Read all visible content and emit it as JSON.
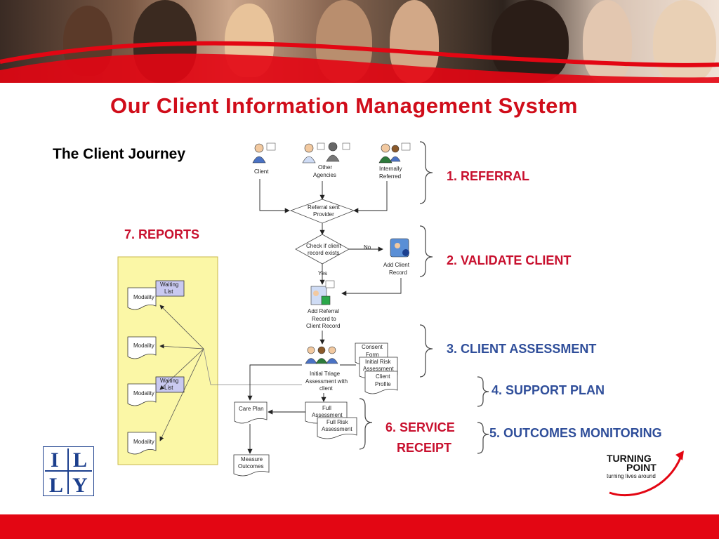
{
  "title": "Our Client Information Management System",
  "subtitle": "The Client Journey",
  "stages": {
    "referral": "1. REFERRAL",
    "validate": "2. VALIDATE CLIENT",
    "assessment": "3. CLIENT ASSESSMENT",
    "support_plan": "4. SUPPORT PLAN",
    "outcomes": "5. OUTCOMES MONITORING",
    "service_line1": "6. SERVICE",
    "service_line2": "RECEIPT",
    "reports": "7. REPORTS"
  },
  "nodes": {
    "client": "Client",
    "other_agencies_1": "Other",
    "other_agencies_2": "Agencies",
    "internally_1": "Internally",
    "internally_2": "Referred",
    "referral_sent_1": "Referral sent",
    "referral_sent_2": "Provider",
    "check_1": "Check if client",
    "check_2": "record exists",
    "no": "No",
    "yes": "Yes",
    "add_client_1": "Add Client",
    "add_client_2": "Record",
    "add_referral_1": "Add Referral",
    "add_referral_2": "Record to",
    "add_referral_3": "Client Record",
    "triage_1": "Initial Triage",
    "triage_2": "Assessment with",
    "triage_3": "client",
    "consent_1": "Consent",
    "consent_2": "Form",
    "initial_risk_1": "Initial Risk",
    "initial_risk_2": "Assessment",
    "profile_1": "Client",
    "profile_2": "Profile",
    "full_assess_1": "Full",
    "full_assess_2": "Assessment",
    "full_risk_1": "Full Risk",
    "full_risk_2": "Assessment",
    "care_plan": "Care Plan",
    "measure_1": "Measure",
    "measure_2": "Outcomes"
  },
  "reports": {
    "modality": "Modality",
    "waiting_1": "Waiting",
    "waiting_2": "List"
  },
  "logos": {
    "lily_letters": [
      "I",
      "L",
      "L",
      "Y"
    ],
    "tp_line1": "TURNING",
    "tp_line2": "POINT",
    "tp_tagline": "turning lives around"
  },
  "colors": {
    "accent_red": "#d00d1a",
    "stage_blue": "#2f4e9a",
    "footer_red": "#e30613",
    "reports_panel": "#fbf7a6"
  }
}
